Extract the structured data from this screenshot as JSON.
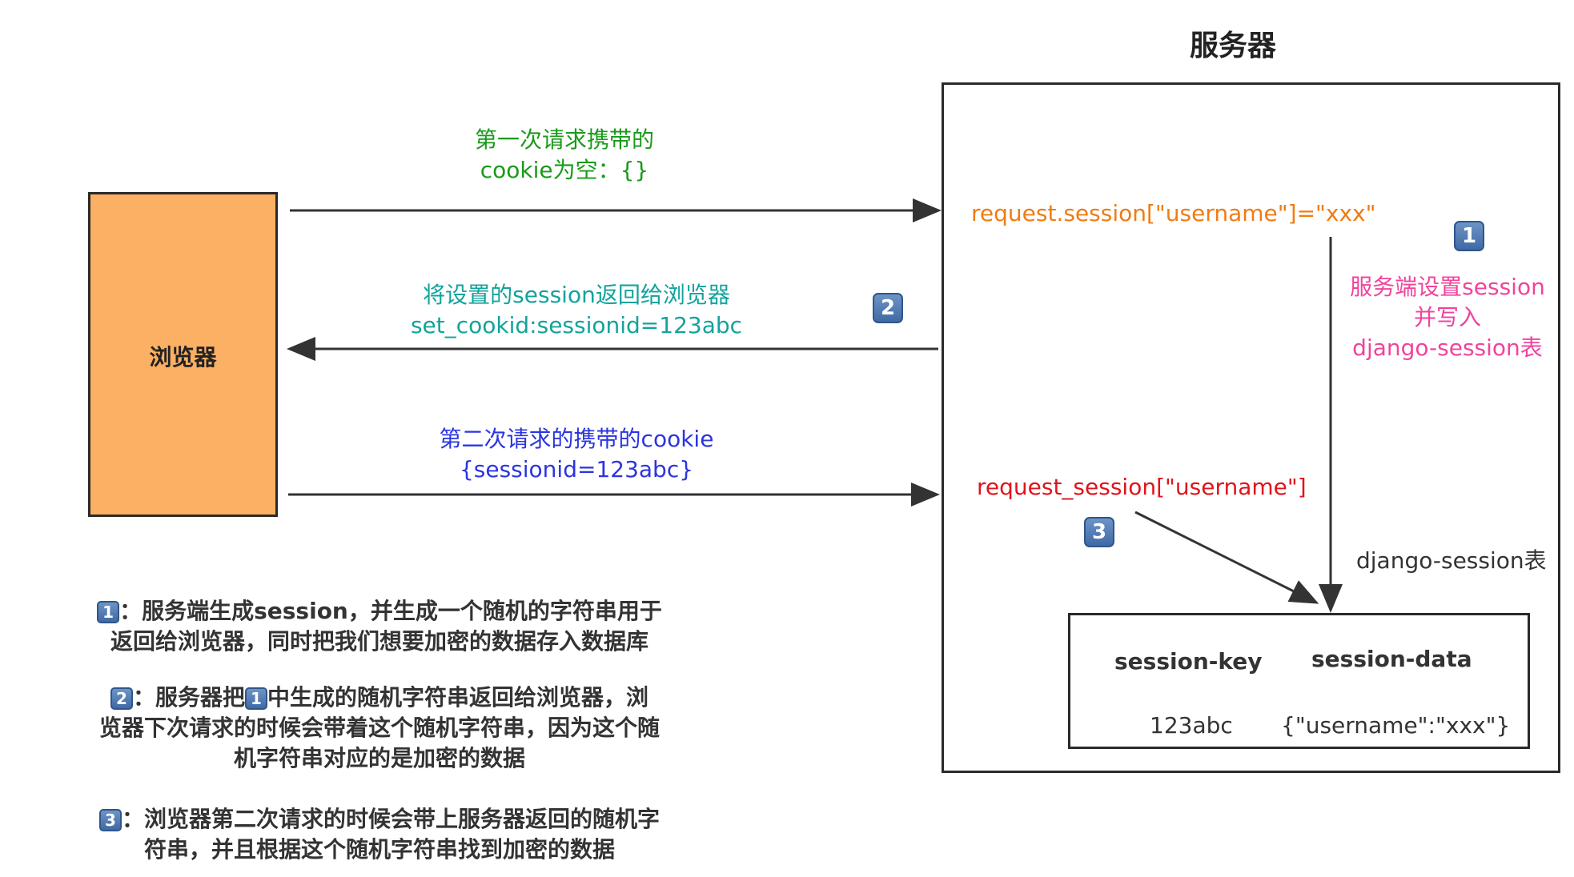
{
  "server": {
    "title": "服务器"
  },
  "browser": {
    "label": "浏览器"
  },
  "arrows": {
    "first_request": [
      "第一次请求携带的",
      "cookie为空：{}"
    ],
    "return_session": [
      "将设置的session返回给浏览器",
      "set_cookid:sessionid=123abc"
    ],
    "second_request": [
      "第二次请求的携带的cookie",
      "{sessionid=123abc}"
    ]
  },
  "server_side": {
    "set_code": "request.session[\"username\"]=\"xxx\"",
    "set_note": [
      "服务端设置session",
      "并写入",
      "django-session表"
    ],
    "get_code": "request_session[\"username\"]",
    "table_title": "django-session表",
    "table": {
      "headers": [
        "session-key",
        "session-data"
      ],
      "row": [
        "123abc",
        "{\"username\":\"xxx\"}"
      ]
    }
  },
  "badges": {
    "one": "1",
    "two": "2",
    "three": "3"
  },
  "notes": {
    "note1": [
      "：服务端生成session，并生成一个随机的字符串用于",
      "返回给浏览器，同时把我们想要加密的数据存入数据库"
    ],
    "note2_a": "：服务器把",
    "note2_b": "中生成的随机字符串返回给浏览器，浏",
    "note2_lines": [
      "览器下次请求的时候会带着这个随机字符串，因为这个随",
      "机字符串对应的是加密的数据"
    ],
    "note3": [
      "：浏览器第二次请求的时候会带上服务器返回的随机字",
      "符串，并且根据这个随机字符串找到加密的数据"
    ]
  },
  "colors": {
    "green": "#1a9a1a",
    "teal": "#13a39c",
    "blue": "#2b35e0",
    "orange": "#f07c12",
    "pink": "#f0449c",
    "red": "#e0141b"
  }
}
